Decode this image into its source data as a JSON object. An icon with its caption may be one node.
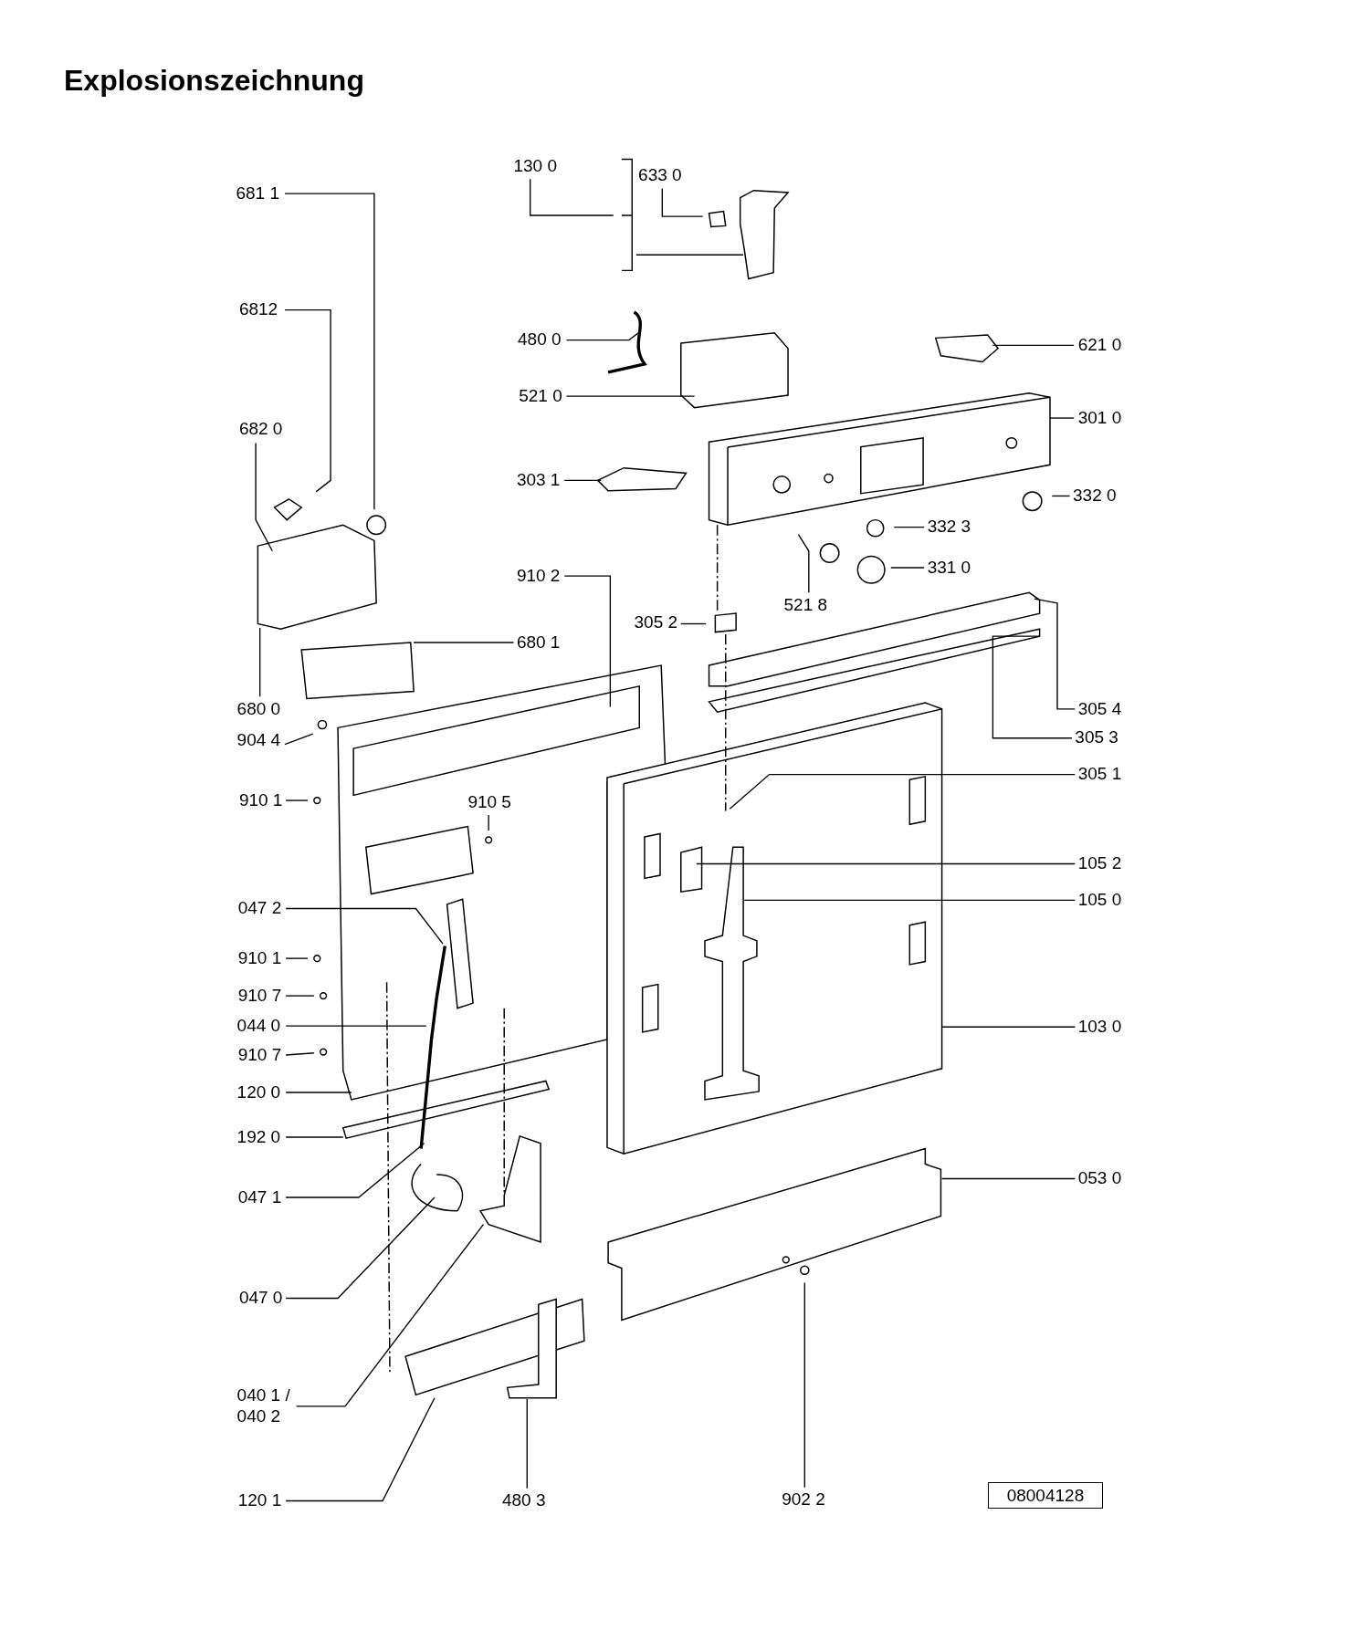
{
  "diagram": {
    "title": "Explosionszeichnung",
    "nodes": [
      {
        "text": [
          "681 1"
        ]
      },
      {
        "text": [
          "6812"
        ]
      },
      {
        "text": [
          "682 0"
        ]
      },
      {
        "text": [
          "680 0"
        ]
      },
      {
        "text": [
          "130 0"
        ]
      },
      {
        "text": [
          "633 0"
        ]
      },
      {
        "text": [
          "480 0"
        ]
      },
      {
        "text": [
          "521 0"
        ]
      },
      {
        "text": [
          "621 0"
        ]
      },
      {
        "text": [
          "301 0"
        ]
      },
      {
        "text": [
          "303 1"
        ]
      },
      {
        "text": [
          "332 0"
        ]
      },
      {
        "text": [
          "332 3"
        ]
      },
      {
        "text": [
          "331 0"
        ]
      },
      {
        "text": [
          "521 8"
        ]
      },
      {
        "text": [
          "910 2"
        ]
      },
      {
        "text": [
          "305 2"
        ]
      },
      {
        "text": [
          "680 1"
        ]
      },
      {
        "text": [
          "305 4"
        ]
      },
      {
        "text": [
          "305 3"
        ]
      },
      {
        "text": [
          "904 4"
        ]
      },
      {
        "text": [
          "910 1"
        ]
      },
      {
        "text": [
          "910 5"
        ]
      },
      {
        "text": [
          "305 1"
        ]
      },
      {
        "text": [
          "105 2"
        ]
      },
      {
        "text": [
          "105 0"
        ]
      },
      {
        "text": [
          "047 2"
        ]
      },
      {
        "text": [
          "910 1"
        ]
      },
      {
        "text": [
          "910 7"
        ]
      },
      {
        "text": [
          "044 0"
        ]
      },
      {
        "text": [
          "910 7"
        ]
      },
      {
        "text": [
          "103 0"
        ]
      },
      {
        "text": [
          "120 0"
        ]
      },
      {
        "text": [
          "192 0"
        ]
      },
      {
        "text": [
          "053 0"
        ]
      },
      {
        "text": [
          "047 1"
        ]
      },
      {
        "text": [
          "047 0"
        ]
      },
      {
        "text": [
          "040 1 / 040 2"
        ]
      },
      {
        "text": [
          "120 1"
        ]
      },
      {
        "text": [
          "480 3"
        ]
      },
      {
        "text": [
          "902 2"
        ]
      },
      {
        "text": [
          "08004128"
        ]
      }
    ],
    "edges": [
      {
        "from": 0,
        "to": null,
        "arrow": "none"
      },
      {
        "from": 1,
        "to": null,
        "arrow": "none"
      },
      {
        "from": 2,
        "to": null,
        "arrow": "none"
      },
      {
        "from": 3,
        "to": null,
        "arrow": "none"
      },
      {
        "from": 4,
        "to": null,
        "arrow": "none"
      },
      {
        "from": 5,
        "to": null,
        "arrow": "none"
      },
      {
        "from": 6,
        "to": null,
        "arrow": "none"
      },
      {
        "from": 7,
        "to": null,
        "arrow": "none"
      },
      {
        "from": 8,
        "to": null,
        "arrow": "none"
      },
      {
        "from": 9,
        "to": null,
        "arrow": "none"
      },
      {
        "from": 10,
        "to": null,
        "arrow": "none"
      },
      {
        "from": 11,
        "to": null,
        "arrow": "none"
      },
      {
        "from": 12,
        "to": null,
        "arrow": "none"
      },
      {
        "from": 13,
        "to": null,
        "arrow": "none"
      },
      {
        "from": 14,
        "to": null,
        "arrow": "none"
      },
      {
        "from": 15,
        "to": null,
        "arrow": "none"
      },
      {
        "from": 16,
        "to": null,
        "arrow": "none"
      },
      {
        "from": 17,
        "to": null,
        "arrow": "none"
      },
      {
        "from": 18,
        "to": null,
        "arrow": "none"
      },
      {
        "from": 19,
        "to": null,
        "arrow": "none"
      },
      {
        "from": 20,
        "to": null,
        "arrow": "none"
      },
      {
        "from": 21,
        "to": null,
        "arrow": "none"
      },
      {
        "from": 22,
        "to": null,
        "arrow": "none"
      },
      {
        "from": 23,
        "to": null,
        "arrow": "none"
      },
      {
        "from": 24,
        "to": null,
        "arrow": "none"
      },
      {
        "from": 25,
        "to": null,
        "arrow": "none"
      },
      {
        "from": 26,
        "to": null,
        "arrow": "none"
      },
      {
        "from": 27,
        "to": null,
        "arrow": "none"
      },
      {
        "from": 28,
        "to": null,
        "arrow": "none"
      },
      {
        "from": 29,
        "to": null,
        "arrow": "none"
      },
      {
        "from": 30,
        "to": null,
        "arrow": "none"
      },
      {
        "from": 31,
        "to": null,
        "arrow": "none"
      },
      {
        "from": 32,
        "to": null,
        "arrow": "none"
      },
      {
        "from": 33,
        "to": null,
        "arrow": "none"
      },
      {
        "from": 34,
        "to": null,
        "arrow": "none"
      },
      {
        "from": 35,
        "to": null,
        "arrow": "none"
      },
      {
        "from": 36,
        "to": null,
        "arrow": "none"
      },
      {
        "from": 37,
        "to": null,
        "arrow": "none"
      },
      {
        "from": 38,
        "to": null,
        "arrow": "none"
      },
      {
        "from": 39,
        "to": null,
        "arrow": "none"
      },
      {
        "from": 40,
        "to": null,
        "arrow": "none"
      }
    ]
  }
}
